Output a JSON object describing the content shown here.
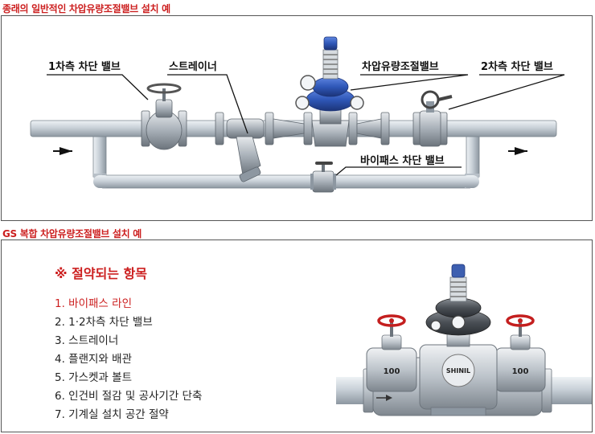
{
  "top_heading": "종래의 일반적인 차압유량조절밸브 설치 예",
  "bottom_heading": "GS 복합 차압유량조절밸브 설치 예",
  "top_labels": {
    "valve1": "1차측 차단 밸브",
    "strainer": "스트레이너",
    "control_valve": "차압유량조절밸브",
    "valve2": "2차측 차단 밸브",
    "bypass": "바이패스 차단 밸브"
  },
  "savings": {
    "title": "※ 절약되는 항목",
    "items": [
      "1. 바이패스 라인",
      "2. 1·2차측 차단 밸브",
      "3. 스트레이너",
      "4. 플랜지와 배관",
      "5. 가스켓과 볼트",
      "6. 인건비 절감 및 공사기간 단축",
      "7. 기계실 설치 공간 절약"
    ]
  },
  "device_marks": {
    "left_size": "100",
    "right_size": "100",
    "brand": "SHINIL"
  },
  "colors": {
    "accent": "#cc1f1f",
    "pipe": "#c9d1d8",
    "valve_body": "#2f57b8",
    "handwheel": "#c41f1f"
  }
}
